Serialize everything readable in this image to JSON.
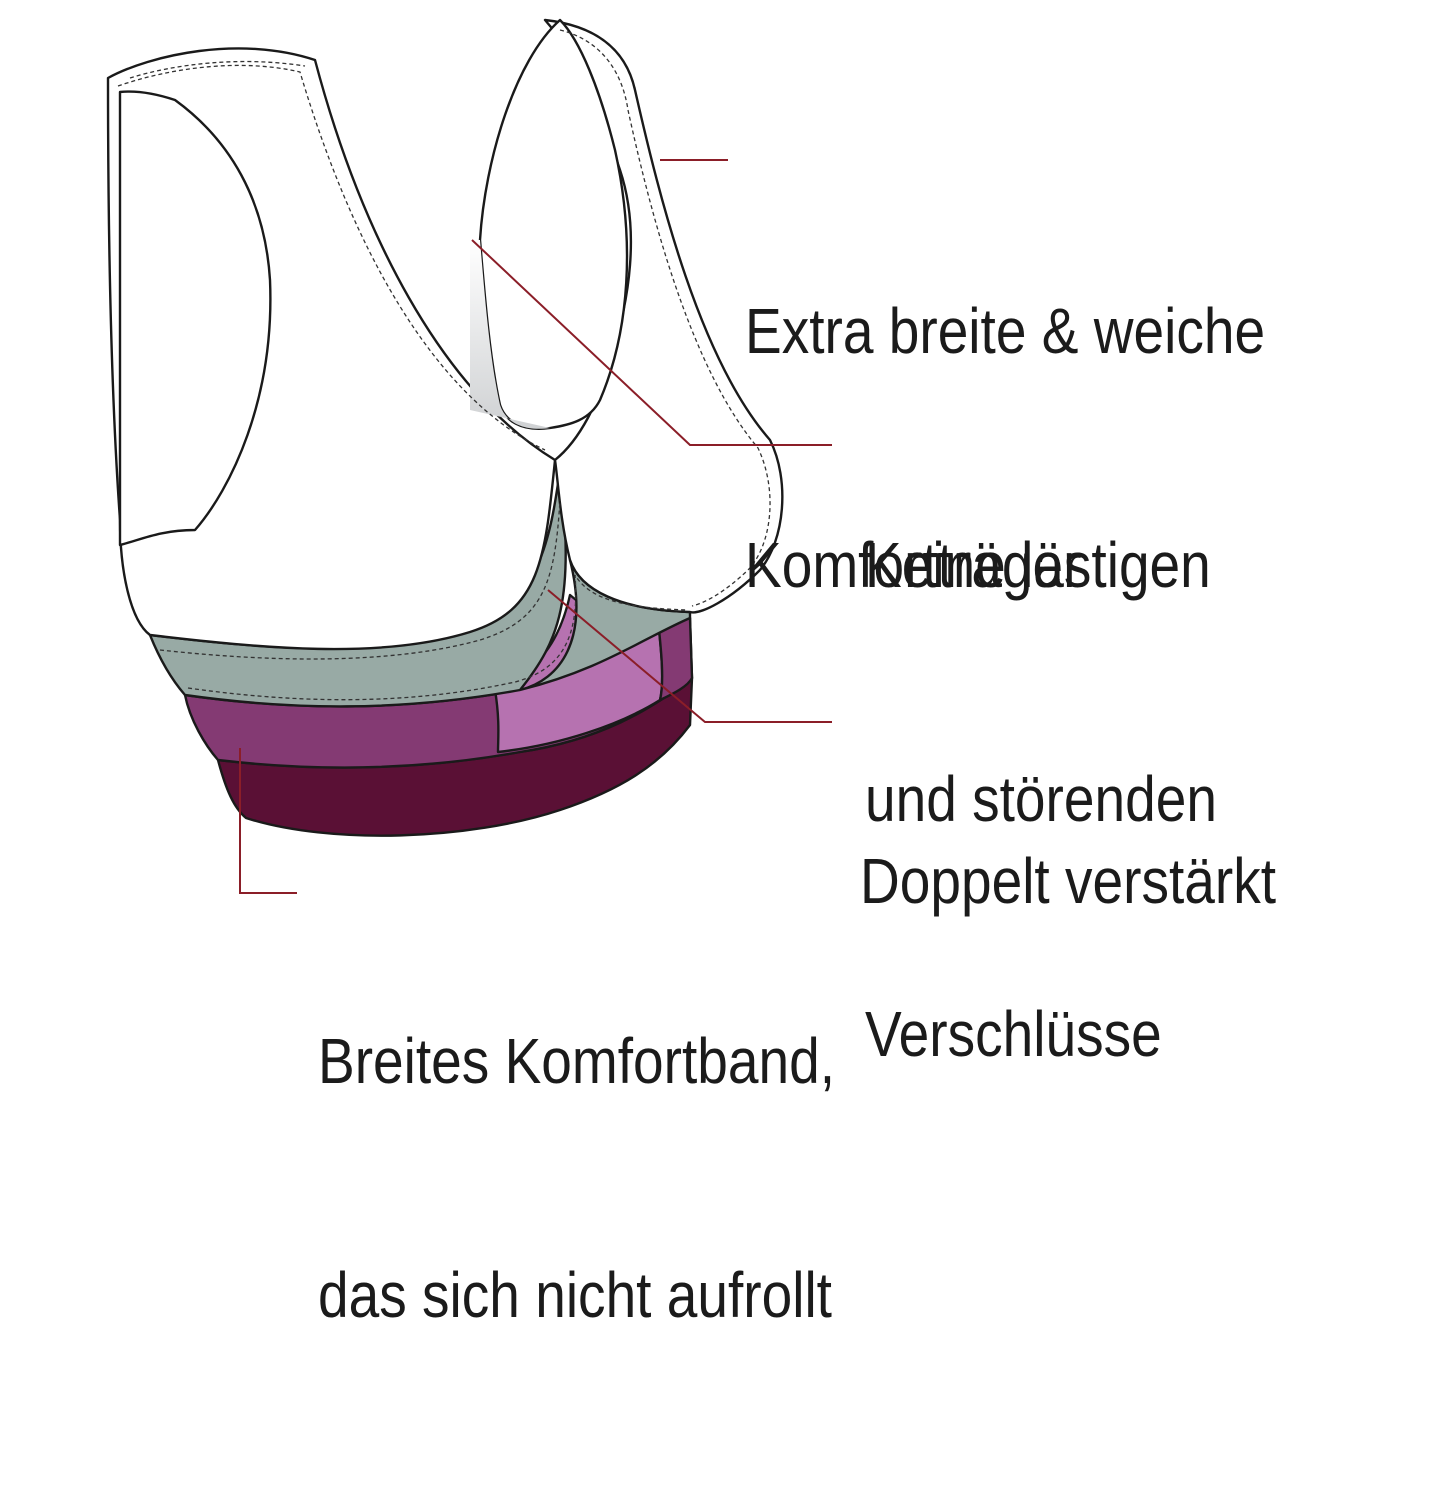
{
  "colors": {
    "outline": "#1a1a1a",
    "leader": "#8b1e28",
    "white": "#ffffff",
    "inner_strap_shade": "#d9dadb",
    "sage": "#98aaa5",
    "purple": "#843a73",
    "pink": "#b672b0",
    "dark_band": "#5a1035"
  },
  "callouts": [
    {
      "lines": [
        "Extra breite & weiche",
        "Komfortträger"
      ]
    },
    {
      "lines": [
        "Keine lästigen",
        "und störenden",
        "Verschlüsse"
      ]
    },
    {
      "lines": [
        "Doppelt verstärkt"
      ]
    },
    {
      "lines": [
        "Breites Komfortband,",
        "das sich nicht aufrollt"
      ]
    }
  ]
}
